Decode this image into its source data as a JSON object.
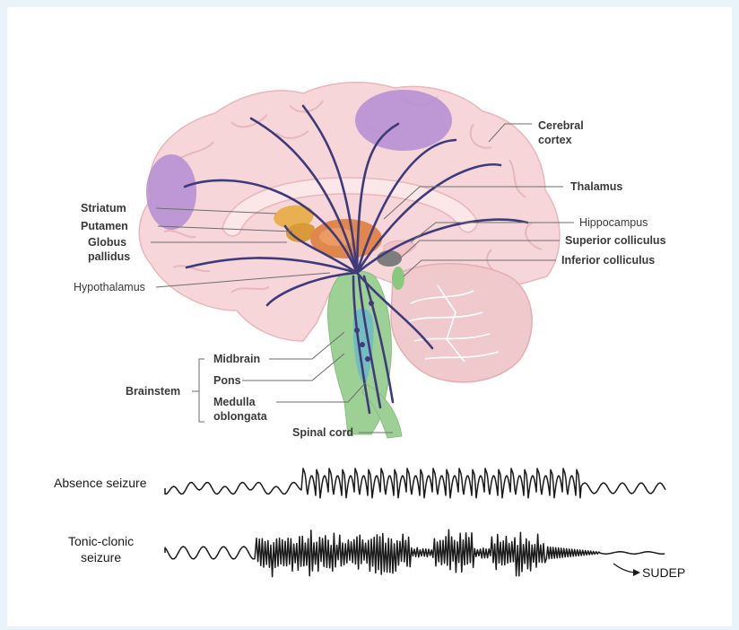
{
  "labels": {
    "cerebral_cortex": [
      "Cerebral",
      "cortex"
    ],
    "thalamus": "Thalamus",
    "hippocampus": "Hippocampus",
    "superior_colliculus": "Superior colliculus",
    "inferior_colliculus": "Inferior colliculus",
    "striatum": "Striatum",
    "putamen": "Putamen",
    "globus_pallidus": [
      "Globus",
      "pallidus"
    ],
    "hypothalamus": "Hypothalamus",
    "brainstem": "Brainstem",
    "midbrain": "Midbrain",
    "pons": "Pons",
    "medulla_oblongata": [
      "Medulla",
      "oblongata"
    ],
    "spinal_cord": "Spinal cord"
  },
  "traces": {
    "absence": {
      "label": "Absence seizure"
    },
    "tonic_clonic": {
      "label": [
        "Tonic-clonic",
        "seizure"
      ]
    },
    "outcome": "SUDEP"
  },
  "colors": {
    "background": "#e8f4fa",
    "brain": "#f6d6d8",
    "cortex_region": "#b58fd3",
    "striatum": "#e8b050",
    "thalamus": "#e0874e",
    "brainstem": "#9dd095",
    "pathway": "#3f3a7a",
    "colliculus": "#7d7d7d"
  }
}
